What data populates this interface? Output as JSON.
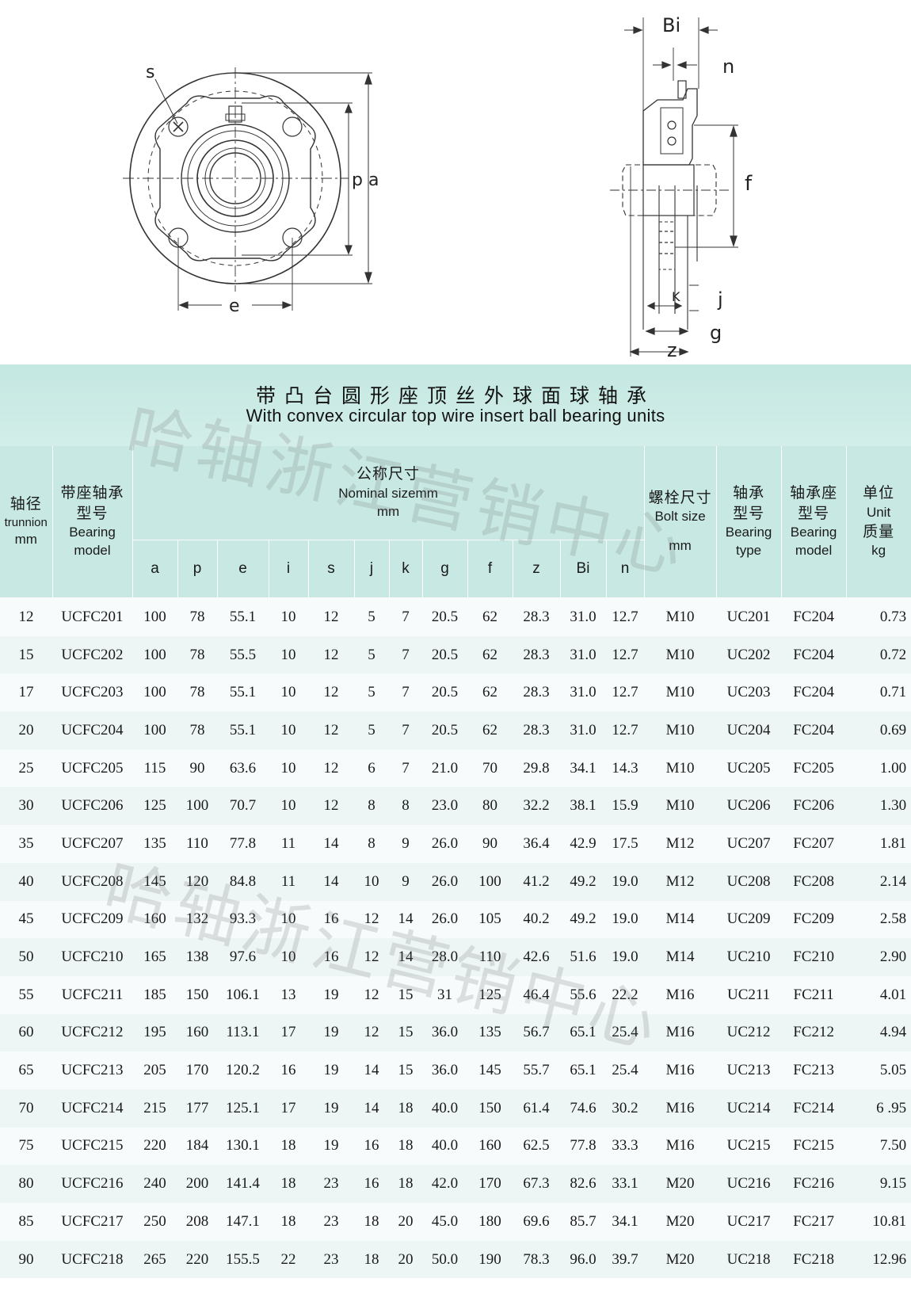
{
  "drawing": {
    "labels": {
      "s": "s",
      "pa": "p a",
      "e": "e",
      "bi": "Bi",
      "n": "n",
      "f": "f",
      "k": "K",
      "j": "j",
      "g": "g",
      "z": "z"
    }
  },
  "title": {
    "cn": "带凸台圆形座顶丝外球面球轴承",
    "en": "With convex circular top wire insert ball bearing units"
  },
  "watermark": "哈轴浙江营销中心",
  "table": {
    "headers": {
      "trunnion_cn": "轴径",
      "trunnion_en": "trunnion",
      "trunnion_unit": "mm",
      "model_cn_1": "带座轴承",
      "model_cn_2": "型号",
      "model_en_1": "Bearing",
      "model_en_2": "model",
      "nominal_cn": "公称尺寸",
      "nominal_en": "Nominal sizemm",
      "nominal_unit": "mm",
      "bolt_cn": "螺栓尺寸",
      "bolt_en": "Bolt size",
      "bolt_unit": "mm",
      "btype_cn_1": "轴承",
      "btype_cn_2": "型号",
      "btype_en_1": "Bearing",
      "btype_en_2": "type",
      "housing_cn_1": "轴承座",
      "housing_cn_2": "型号",
      "housing_en_1": "Bearing",
      "housing_en_2": "model",
      "unit_cn": "单位",
      "unit_en": "Unit",
      "mass_cn": "质量",
      "mass_unit": "kg",
      "dims": [
        "a",
        "p",
        "e",
        "i",
        "s",
        "j",
        "k",
        "g",
        "f",
        "z",
        "Bi",
        "n"
      ]
    },
    "rows": [
      [
        "12",
        "UCFC201",
        "100",
        "78",
        "55.1",
        "10",
        "12",
        "5",
        "7",
        "20.5",
        "62",
        "28.3",
        "31.0",
        "12.7",
        "M10",
        "UC201",
        "FC204",
        "0.73"
      ],
      [
        "15",
        "UCFC202",
        "100",
        "78",
        "55.5",
        "10",
        "12",
        "5",
        "7",
        "20.5",
        "62",
        "28.3",
        "31.0",
        "12.7",
        "M10",
        "UC202",
        "FC204",
        "0.72"
      ],
      [
        "17",
        "UCFC203",
        "100",
        "78",
        "55.1",
        "10",
        "12",
        "5",
        "7",
        "20.5",
        "62",
        "28.3",
        "31.0",
        "12.7",
        "M10",
        "UC203",
        "FC204",
        "0.71"
      ],
      [
        "20",
        "UCFC204",
        "100",
        "78",
        "55.1",
        "10",
        "12",
        "5",
        "7",
        "20.5",
        "62",
        "28.3",
        "31.0",
        "12.7",
        "M10",
        "UC204",
        "FC204",
        "0.69"
      ],
      [
        "25",
        "UCFC205",
        "115",
        "90",
        "63.6",
        "10",
        "12",
        "6",
        "7",
        "21.0",
        "70",
        "29.8",
        "34.1",
        "14.3",
        "M10",
        "UC205",
        "FC205",
        "1.00"
      ],
      [
        "30",
        "UCFC206",
        "125",
        "100",
        "70.7",
        "10",
        "12",
        "8",
        "8",
        "23.0",
        "80",
        "32.2",
        "38.1",
        "15.9",
        "M10",
        "UC206",
        "FC206",
        "1.30"
      ],
      [
        "35",
        "UCFC207",
        "135",
        "110",
        "77.8",
        "11",
        "14",
        "8",
        "9",
        "26.0",
        "90",
        "36.4",
        "42.9",
        "17.5",
        "M12",
        "UC207",
        "FC207",
        "1.81"
      ],
      [
        "40",
        "UCFC208",
        "145",
        "120",
        "84.8",
        "11",
        "14",
        "10",
        "9",
        "26.0",
        "100",
        "41.2",
        "49.2",
        "19.0",
        "M12",
        "UC208",
        "FC208",
        "2.14"
      ],
      [
        "45",
        "UCFC209",
        "160",
        "132",
        "93.3",
        "10",
        "16",
        "12",
        "14",
        "26.0",
        "105",
        "40.2",
        "49.2",
        "19.0",
        "M14",
        "UC209",
        "FC209",
        "2.58"
      ],
      [
        "50",
        "UCFC210",
        "165",
        "138",
        "97.6",
        "10",
        "16",
        "12",
        "14",
        "28.0",
        "110",
        "42.6",
        "51.6",
        "19.0",
        "M14",
        "UC210",
        "FC210",
        "2.90"
      ],
      [
        "55",
        "UCFC211",
        "185",
        "150",
        "106.1",
        "13",
        "19",
        "12",
        "15",
        "31",
        "125",
        "46.4",
        "55.6",
        "22.2",
        "M16",
        "UC211",
        "FC211",
        "4.01"
      ],
      [
        "60",
        "UCFC212",
        "195",
        "160",
        "113.1",
        "17",
        "19",
        "12",
        "15",
        "36.0",
        "135",
        "56.7",
        "65.1",
        "25.4",
        "M16",
        "UC212",
        "FC212",
        "4.94"
      ],
      [
        "65",
        "UCFC213",
        "205",
        "170",
        "120.2",
        "16",
        "19",
        "14",
        "15",
        "36.0",
        "145",
        "55.7",
        "65.1",
        "25.4",
        "M16",
        "UC213",
        "FC213",
        "5.05"
      ],
      [
        "70",
        "UCFC214",
        "215",
        "177",
        "125.1",
        "17",
        "19",
        "14",
        "18",
        "40.0",
        "150",
        "61.4",
        "74.6",
        "30.2",
        "M16",
        "UC214",
        "FC214",
        "6 .95"
      ],
      [
        "75",
        "UCFC215",
        "220",
        "184",
        "130.1",
        "18",
        "19",
        "16",
        "18",
        "40.0",
        "160",
        "62.5",
        "77.8",
        "33.3",
        "M16",
        "UC215",
        "FC215",
        "7.50"
      ],
      [
        "80",
        "UCFC216",
        "240",
        "200",
        "141.4",
        "18",
        "23",
        "16",
        "18",
        "42.0",
        "170",
        "67.3",
        "82.6",
        "33.1",
        "M20",
        "UC216",
        "FC216",
        "9.15"
      ],
      [
        "85",
        "UCFC217",
        "250",
        "208",
        "147.1",
        "18",
        "23",
        "18",
        "20",
        "45.0",
        "180",
        "69.6",
        "85.7",
        "34.1",
        "M20",
        "UC217",
        "FC217",
        "10.81"
      ],
      [
        "90",
        "UCFC218",
        "265",
        "220",
        "155.5",
        "22",
        "23",
        "18",
        "20",
        "50.0",
        "190",
        "78.3",
        "96.0",
        "39.7",
        "M20",
        "UC218",
        "FC218",
        "12.96"
      ]
    ]
  }
}
